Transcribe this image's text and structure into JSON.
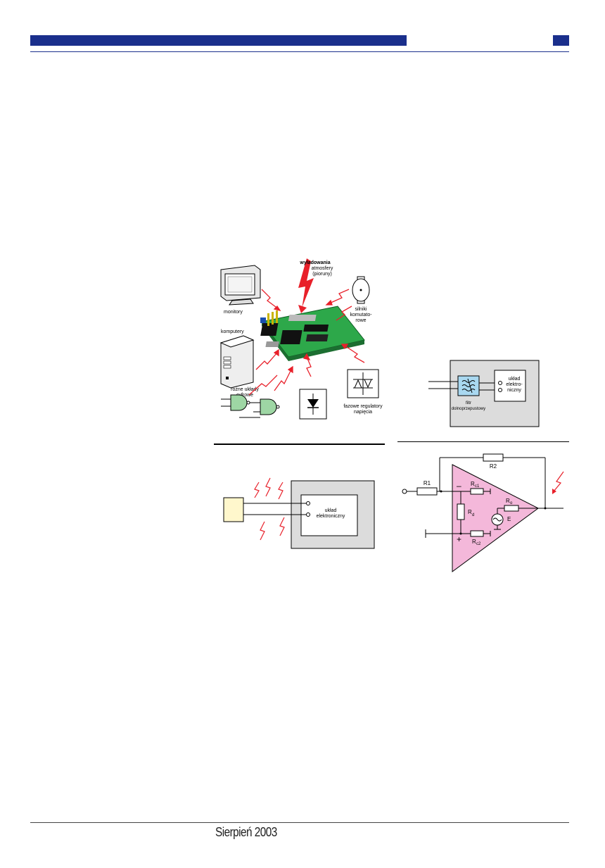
{
  "header": {
    "bar_color": "#1a2f8c"
  },
  "figure1": {
    "labels": {
      "lightning": [
        "wyładowania",
        "atmosfery",
        "(pioruny)"
      ],
      "monitors": "monitory",
      "motors": [
        "silniki",
        "komutato-",
        "rowe"
      ],
      "computers": "komputery",
      "digital": [
        "różne układy",
        "cyfrowe"
      ],
      "phase": [
        "fazowe regulatory",
        "napięcia"
      ]
    }
  },
  "figure2": {
    "box_label": [
      "układ",
      "elektroniczny"
    ]
  },
  "figure3": {
    "filter_label": [
      "filtr",
      "dolnoprzepustowy"
    ],
    "box_label": [
      "układ",
      "elektro-",
      "niczny"
    ]
  },
  "figure4": {
    "r1": "R1",
    "r2": "R2",
    "rc1": "R",
    "rc1_sub": "c1",
    "rd": "R",
    "rd_sub": "d",
    "rc2": "R",
    "rc2_sub": "c2",
    "ro": "R",
    "ro_sub": "o",
    "e": "E",
    "minus": "–",
    "plus": "+"
  },
  "footer": {
    "issue": "Sierpień 2003"
  },
  "colors": {
    "red": "#e8202a",
    "pink": "#f4b8da",
    "blue": "#1a2f8c",
    "gray_box": "#dcdcdc",
    "cream": "#fff7cc"
  }
}
